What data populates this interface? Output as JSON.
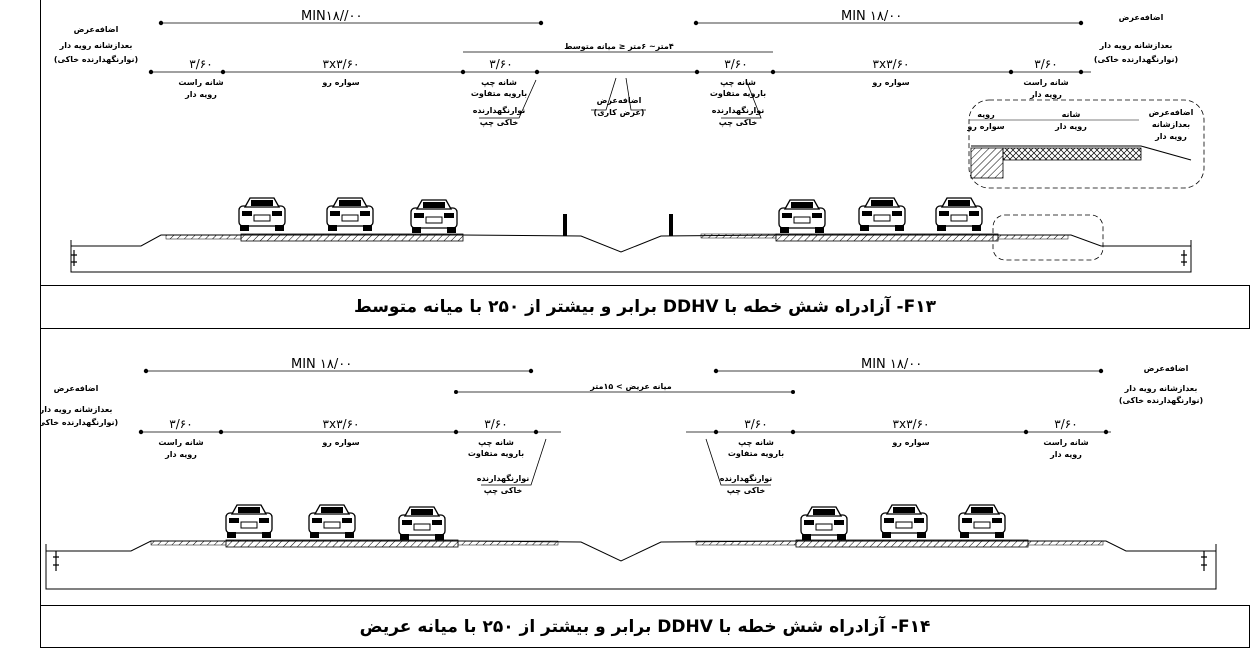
{
  "figures": [
    {
      "caption": "F۱۳- آزادراه شش خطه با DDHV برابر و بیشتر از ۲۵۰ با میانه متوسط",
      "min_label_left": "MIN۱۸//۰۰",
      "min_label_right": "MIN ۱۸/۰۰",
      "median_label": "۴متر~ ۶متر ≤ میانه متوسط",
      "outer_shoulder_label": "اضافه‌عرض",
      "outer_barrier_label": "بعدازشانه رویه دار",
      "outer_barrier_label2": "(نوارنگهدارنده خاکی)",
      "dims": [
        "۳/۶۰",
        "۳x۳/۶۰",
        "۳/۶۰",
        "۳/۶۰",
        "۳x۳/۶۰",
        "۳/۶۰"
      ],
      "right_shoulder_label": "شانه راست",
      "right_shoulder_label2": "رویه دار",
      "lanes_label": "سواره رو",
      "left_shoulder_label": "شانه چپ",
      "left_shoulder_label2": "بارویه متفاوت",
      "left_strip_label": "نوارنگهدارنده",
      "left_strip_label2": "خاکی چپ",
      "median_extra_label": "اضافه‌عرض",
      "median_extra_label2": "(عرض کاری)",
      "detail_labels": [
        "اضافه‌عرض",
        "بعدازشانه",
        "رویه دار",
        "شانه",
        "رویه دار",
        "رویه",
        "سواره رو"
      ]
    },
    {
      "caption": "F۱۴- آزادراه شش خطه با DDHV برابر و بیشتر از ۲۵۰ با میانه عریض",
      "min_label_left": "MIN ۱۸/۰۰",
      "min_label_right": "MIN ۱۸/۰۰",
      "median_label": "میانه عریض > ۱۵متر",
      "outer_shoulder_label": "اضافه‌عرض",
      "outer_barrier_label": "بعدازشانه رویه دار",
      "outer_barrier_label2": "(نوارنگهدارنده خاکی)",
      "dims": [
        "۳/۶۰",
        "۳x۳/۶۰",
        "۳/۶۰",
        "۳/۶۰",
        "۳x۳/۶۰",
        "۳/۶۰"
      ],
      "right_shoulder_label": "شانه راست",
      "right_shoulder_label2": "رویه دار",
      "lanes_label": "سواره رو",
      "left_shoulder_label": "شانه چپ",
      "left_shoulder_label2": "بارویه متفاوت",
      "left_strip_label": "نوارنگهدارنده",
      "left_strip_label2": "خاکی چپ"
    }
  ]
}
